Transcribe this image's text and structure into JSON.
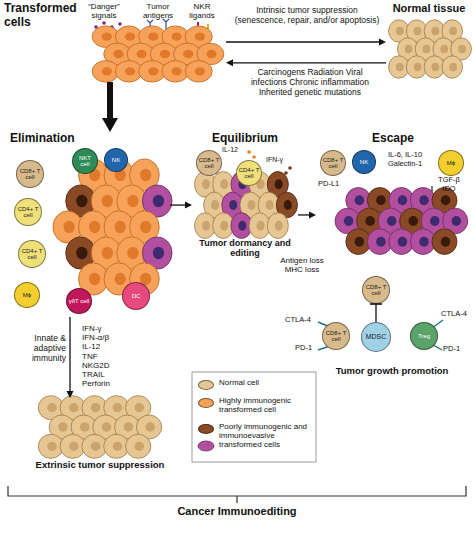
{
  "diagram": {
    "caption": "Cancer Immunoediting",
    "nodes": [
      {
        "text": [
          "Transformed cells"
        ]
      },
      {
        "text": [
          "Normal tissue"
        ]
      },
      {
        "text": [
          "Elimination"
        ]
      },
      {
        "text": [
          "CD8+ T cell"
        ],
        "in": 2
      },
      {
        "text": [
          "NKT cell"
        ],
        "in": 2
      },
      {
        "text": [
          "NK"
        ],
        "in": 2
      },
      {
        "text": [
          "CD4+ T cell"
        ],
        "in": 2
      },
      {
        "text": [
          "CD4+ T cell"
        ],
        "in": 2
      },
      {
        "text": [
          "Mϕ"
        ],
        "in": 2
      },
      {
        "text": [
          "γδT cell"
        ],
        "in": 2
      },
      {
        "text": [
          "DC"
        ],
        "in": 2
      },
      {
        "text": [
          "Equilibrium",
          "Tumor dormancy and editing"
        ]
      },
      {
        "text": [
          "CD8+ T cell"
        ],
        "in": 11
      },
      {
        "text": [
          "CD4+ T cell"
        ],
        "in": 11
      },
      {
        "text": [
          "Escape"
        ]
      },
      {
        "text": [
          "CD8+ T cell"
        ],
        "in": 14
      },
      {
        "text": [
          "NK"
        ],
        "in": 14
      },
      {
        "text": [
          "Mϕ"
        ],
        "in": 14
      },
      {
        "text": [
          "Tumor growth promotion"
        ]
      },
      {
        "text": [
          "CD8+ T cell"
        ],
        "in": 18
      },
      {
        "text": [
          "CD8+ T cell"
        ],
        "in": 18
      },
      {
        "text": [
          "MDSC"
        ],
        "in": 18
      },
      {
        "text": [
          "Treg"
        ],
        "in": 18
      },
      {
        "text": [
          "Extrinsic tumor suppression"
        ]
      }
    ],
    "edges": [
      {
        "from": 0,
        "to": 1,
        "label": "Intrinsic tumor suppression (senescence, repair, and/or apoptosis)",
        "arrow": "to"
      },
      {
        "from": 1,
        "to": 0,
        "label": "Carcinogens Radiation Viral infections Chronic inflammation Inherited genetic mutations",
        "arrow": "to"
      },
      {
        "from": 0,
        "to": 2,
        "arrow": "to"
      },
      {
        "from": 2,
        "to": 11,
        "arrow": "to"
      },
      {
        "from": 11,
        "to": 14,
        "label": "Antigen loss MHC loss",
        "arrow": "to"
      },
      {
        "from": 2,
        "to": 23,
        "label": "Innate & adaptive immunity",
        "arrow": "to"
      },
      {
        "from": 21,
        "to": 19,
        "arrow": "to"
      }
    ],
    "labels": [
      "“Danger” signals",
      "Tumor antigens",
      "NKR ligands",
      "IL-12",
      "IFN-γ",
      "IL-6, IL-10 Galectin-1",
      "TGF-β IDO",
      "PD-L1",
      "IFN-γ IFN-α/β IL-12 TNF NKG2D TRAIL Perforin",
      "CTLA-4",
      "PD-1",
      "CTLA-4",
      "PD-1"
    ],
    "legend": [
      {
        "text": "Normal cell",
        "color": "#e6c794"
      },
      {
        "text": "Highly immunogenic transformed cell",
        "color": "#f7a25a"
      },
      {
        "text": "Poorly immunogenic and immunoevasive transformed cells",
        "color": "#8a4a25"
      }
    ]
  }
}
